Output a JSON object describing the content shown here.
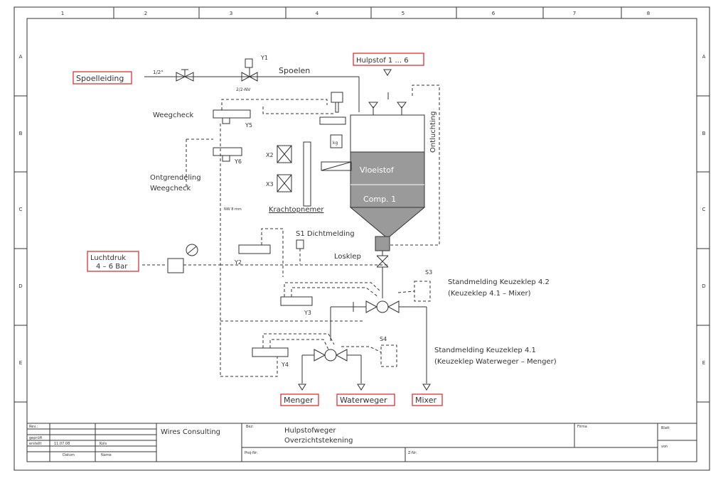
{
  "frame": {
    "columns": [
      "1",
      "2",
      "3",
      "4",
      "5",
      "6",
      "7",
      "8"
    ],
    "rows": [
      "A",
      "B",
      "C",
      "D",
      "E"
    ]
  },
  "labels": {
    "spoelleiding": "Spoelleiding",
    "half_inch": "1/2\"",
    "y1": "Y1",
    "valve_2way": "2/2-NV",
    "spoelen": "Spoelen",
    "hulpstof": "Hulpstof 1 ... 6",
    "weegcheck": "Weegcheck",
    "y5": "Y5",
    "y6": "Y6",
    "ontgrendeling_1": "Ontgrendeling",
    "ontgrendeling_2": "Weegcheck",
    "ontluchting": "Ontluchting",
    "x2": "X2",
    "x3": "X3",
    "kg": "kg",
    "vloeistof": "Vloeistof",
    "comp1": "Comp. 1",
    "krachtopnemer": "Krachtopnemer",
    "small_note": "NW 8 mm",
    "s1": "S1 Dichtmelding",
    "losklep": "Losklep",
    "luchtdruk_1": "Luchtdruk",
    "luchtdruk_2": "4 – 6 Bar",
    "y2": "Y2",
    "y3": "Y3",
    "y4": "Y4",
    "s3": "S3",
    "s4": "S4",
    "stand42_1": "Standmelding Keuzeklep 4.2",
    "stand42_2": "(Keuzeklep 4.1 – Mixer)",
    "stand41_1": "Standmelding Keuzeklep 4.1",
    "stand41_2": "(Keuzeklep Waterweger – Menger)",
    "menger": "Menger",
    "waterweger": "Waterweger",
    "mixer": "Mixer"
  },
  "titleblock": {
    "rev": "Rev.:",
    "gepruft": "geprüft",
    "erstellt": "erstellt",
    "date_value": "11.07.08",
    "name_value": "Kols",
    "datum": "Datum",
    "name": "Name",
    "company": "Wires Consulting",
    "bez": "Bez:",
    "title1": "Hulpstofweger",
    "title2": "Overzichtstekening",
    "projnr": "Proj-Nr:",
    "znr": "Z-Nr:",
    "firma": "Firma",
    "blatt": "Blatt",
    "von": "von"
  },
  "colors": {
    "accent": "#d22222",
    "ink": "#333333",
    "fill": "#9a9a9a"
  }
}
